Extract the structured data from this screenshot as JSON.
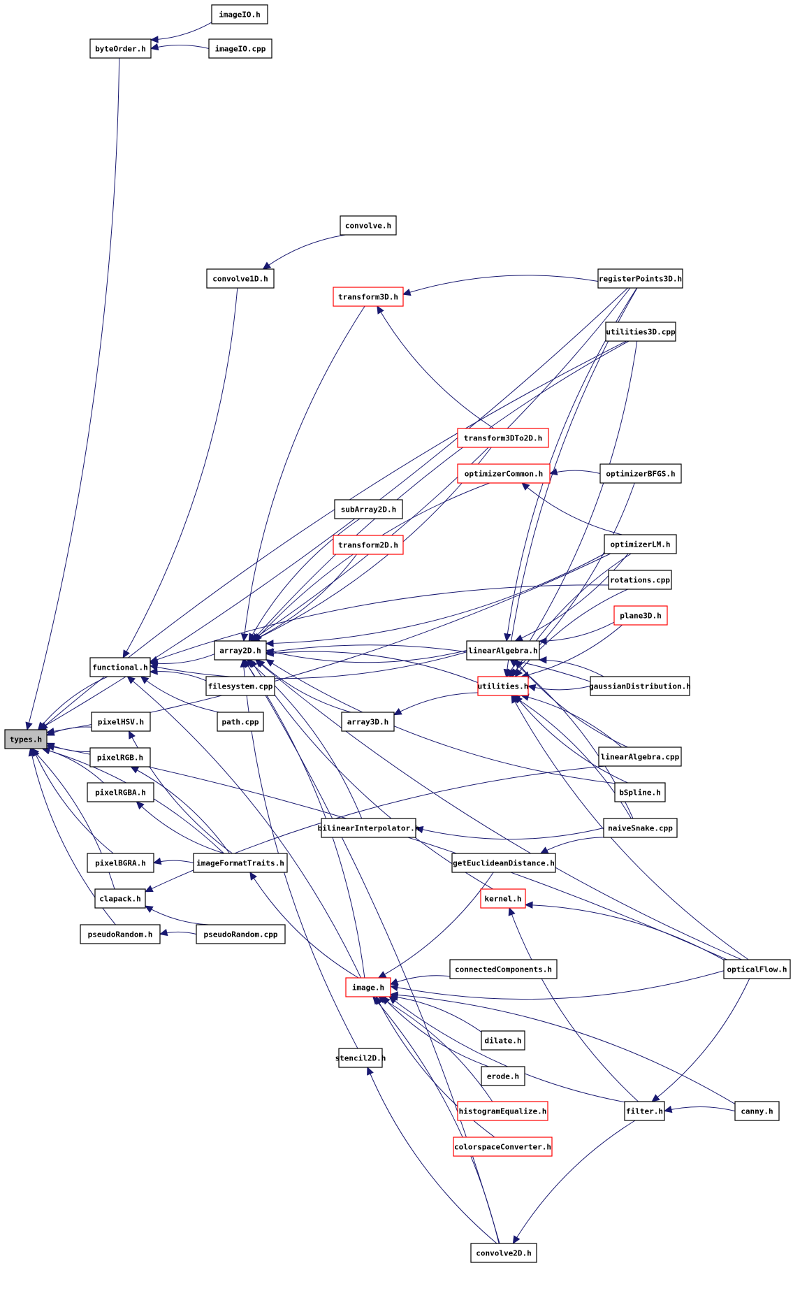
{
  "diagram": {
    "title": "types.h include dependency graph",
    "colors": {
      "edge": "#191970",
      "root_fill": "#bfbfbf",
      "node_border": "#000000",
      "undocumented_border": "#ff0000",
      "background": "#ffffff"
    },
    "root": "types.h",
    "nodes": [
      {
        "id": "types.h",
        "label": "types.h",
        "style": "root"
      },
      {
        "id": "byteOrder.h",
        "label": "byteOrder.h",
        "style": "normal"
      },
      {
        "id": "imageIO.h",
        "label": "imageIO.h",
        "style": "normal"
      },
      {
        "id": "imageIO.cpp",
        "label": "imageIO.cpp",
        "style": "normal"
      },
      {
        "id": "convolve.h",
        "label": "convolve.h",
        "style": "normal"
      },
      {
        "id": "convolve1D.h",
        "label": "convolve1D.h",
        "style": "normal"
      },
      {
        "id": "transform3D.h",
        "label": "transform3D.h",
        "style": "red"
      },
      {
        "id": "registerPoints3D.h",
        "label": "registerPoints3D.h",
        "style": "normal"
      },
      {
        "id": "utilities3D.cpp",
        "label": "utilities3D.cpp",
        "style": "normal"
      },
      {
        "id": "transform3DTo2D.h",
        "label": "transform3DTo2D.h",
        "style": "red"
      },
      {
        "id": "optimizerCommon.h",
        "label": "optimizerCommon.h",
        "style": "red"
      },
      {
        "id": "optimizerBFGS.h",
        "label": "optimizerBFGS.h",
        "style": "normal"
      },
      {
        "id": "subArray2D.h",
        "label": "subArray2D.h",
        "style": "normal"
      },
      {
        "id": "transform2D.h",
        "label": "transform2D.h",
        "style": "red"
      },
      {
        "id": "optimizerLM.h",
        "label": "optimizerLM.h",
        "style": "normal"
      },
      {
        "id": "rotations.cpp",
        "label": "rotations.cpp",
        "style": "normal"
      },
      {
        "id": "plane3D.h",
        "label": "plane3D.h",
        "style": "red"
      },
      {
        "id": "functional.h",
        "label": "functional.h",
        "style": "normal"
      },
      {
        "id": "array2D.h",
        "label": "array2D.h",
        "style": "normal"
      },
      {
        "id": "linearAlgebra.h",
        "label": "linearAlgebra.h",
        "style": "normal"
      },
      {
        "id": "utilities.h",
        "label": "utilities.h",
        "style": "red"
      },
      {
        "id": "gaussianDistribution.h",
        "label": "gaussianDistribution.h",
        "style": "normal"
      },
      {
        "id": "filesystem.cpp",
        "label": "filesystem.cpp",
        "style": "normal"
      },
      {
        "id": "pixelHSV.h",
        "label": "pixelHSV.h",
        "style": "normal"
      },
      {
        "id": "path.cpp",
        "label": "path.cpp",
        "style": "normal"
      },
      {
        "id": "array3D.h",
        "label": "array3D.h",
        "style": "normal"
      },
      {
        "id": "pixelRGB.h",
        "label": "pixelRGB.h",
        "style": "normal"
      },
      {
        "id": "linearAlgebra.cpp",
        "label": "linearAlgebra.cpp",
        "style": "normal"
      },
      {
        "id": "pixelRGBA.h",
        "label": "pixelRGBA.h",
        "style": "normal"
      },
      {
        "id": "bSpline.h",
        "label": "bSpline.h",
        "style": "normal"
      },
      {
        "id": "bilinearInterpolator.h",
        "label": "bilinearInterpolator.h",
        "style": "normal"
      },
      {
        "id": "naiveSnake.cpp",
        "label": "naiveSnake.cpp",
        "style": "normal"
      },
      {
        "id": "getEuclideanDistance.h",
        "label": "getEuclideanDistance.h",
        "style": "normal"
      },
      {
        "id": "pixelBGRA.h",
        "label": "pixelBGRA.h",
        "style": "normal"
      },
      {
        "id": "imageFormatTraits.h",
        "label": "imageFormatTraits.h",
        "style": "normal"
      },
      {
        "id": "kernel.h",
        "label": "kernel.h",
        "style": "red"
      },
      {
        "id": "clapack.h",
        "label": "clapack.h",
        "style": "normal"
      },
      {
        "id": "pseudoRandom.h",
        "label": "pseudoRandom.h",
        "style": "normal"
      },
      {
        "id": "pseudoRandom.cpp",
        "label": "pseudoRandom.cpp",
        "style": "normal"
      },
      {
        "id": "connectedComponents.h",
        "label": "connectedComponents.h",
        "style": "normal"
      },
      {
        "id": "image.h",
        "label": "image.h",
        "style": "red"
      },
      {
        "id": "opticalFlow.h",
        "label": "opticalFlow.h",
        "style": "normal"
      },
      {
        "id": "dilate.h",
        "label": "dilate.h",
        "style": "normal"
      },
      {
        "id": "stencil2D.h",
        "label": "stencil2D.h",
        "style": "normal"
      },
      {
        "id": "erode.h",
        "label": "erode.h",
        "style": "normal"
      },
      {
        "id": "histogramEqualize.h",
        "label": "histogramEqualize.h",
        "style": "red"
      },
      {
        "id": "filter.h",
        "label": "filter.h",
        "style": "normal"
      },
      {
        "id": "canny.h",
        "label": "canny.h",
        "style": "normal"
      },
      {
        "id": "colorspaceConverter.h",
        "label": "colorspaceConverter.h",
        "style": "red"
      },
      {
        "id": "convolve2D.h",
        "label": "convolve2D.h",
        "style": "normal"
      }
    ],
    "edges": [
      [
        "imageIO.h",
        "byteOrder.h"
      ],
      [
        "imageIO.cpp",
        "byteOrder.h"
      ],
      [
        "byteOrder.h",
        "types.h"
      ],
      [
        "convolve.h",
        "convolve1D.h"
      ],
      [
        "convolve1D.h",
        "functional.h"
      ],
      [
        "registerPoints3D.h",
        "transform3D.h"
      ],
      [
        "transform3DTo2D.h",
        "transform3D.h"
      ],
      [
        "optimizerBFGS.h",
        "optimizerCommon.h"
      ],
      [
        "optimizerLM.h",
        "optimizerCommon.h"
      ],
      [
        "functional.h",
        "types.h"
      ],
      [
        "array2D.h",
        "functional.h"
      ],
      [
        "filesystem.cpp",
        "functional.h"
      ],
      [
        "path.cpp",
        "functional.h"
      ],
      [
        "image.h",
        "functional.h"
      ],
      [
        "linearAlgebra.h",
        "array2D.h"
      ],
      [
        "utilities.h",
        "array2D.h"
      ],
      [
        "array3D.h",
        "array2D.h"
      ],
      [
        "subArray2D.h",
        "array2D.h"
      ],
      [
        "transform2D.h",
        "array2D.h"
      ],
      [
        "transform3D.h",
        "array2D.h"
      ],
      [
        "transform3DTo2D.h",
        "array2D.h"
      ],
      [
        "optimizerCommon.h",
        "array2D.h"
      ],
      [
        "registerPoints3D.h",
        "array2D.h"
      ],
      [
        "utilities3D.cpp",
        "array2D.h"
      ],
      [
        "optimizerLM.h",
        "array2D.h"
      ],
      [
        "bilinearInterpolator.h",
        "array2D.h"
      ],
      [
        "kernel.h",
        "array2D.h"
      ],
      [
        "image.h",
        "array2D.h"
      ],
      [
        "stencil2D.h",
        "array2D.h"
      ],
      [
        "convolve2D.h",
        "array2D.h"
      ],
      [
        "bSpline.h",
        "array2D.h"
      ],
      [
        "gaussianDistribution.h",
        "array2D.h"
      ],
      [
        "opticalFlow.h",
        "array2D.h"
      ],
      [
        "utilities.h",
        "array3D.h"
      ],
      [
        "plane3D.h",
        "linearAlgebra.h"
      ],
      [
        "gaussianDistribution.h",
        "linearAlgebra.h"
      ],
      [
        "linearAlgebra.cpp",
        "linearAlgebra.h"
      ],
      [
        "registerPoints3D.h",
        "linearAlgebra.h"
      ],
      [
        "optimizerLM.h",
        "linearAlgebra.h"
      ],
      [
        "naiveSnake.cpp",
        "linearAlgebra.h"
      ],
      [
        "gaussianDistribution.h",
        "utilities.h"
      ],
      [
        "linearAlgebra.cpp",
        "utilities.h"
      ],
      [
        "bSpline.h",
        "utilities.h"
      ],
      [
        "naiveSnake.cpp",
        "utilities.h"
      ],
      [
        "opticalFlow.h",
        "utilities.h"
      ],
      [
        "registerPoints3D.h",
        "utilities.h"
      ],
      [
        "utilities3D.cpp",
        "utilities.h"
      ],
      [
        "optimizerLM.h",
        "utilities.h"
      ],
      [
        "optimizerBFGS.h",
        "utilities.h"
      ],
      [
        "rotations.cpp",
        "utilities.h"
      ],
      [
        "plane3D.h",
        "utilities.h"
      ],
      [
        "pixelHSV.h",
        "types.h"
      ],
      [
        "pixelRGB.h",
        "types.h"
      ],
      [
        "pixelRGBA.h",
        "types.h"
      ],
      [
        "pixelBGRA.h",
        "types.h"
      ],
      [
        "clapack.h",
        "types.h"
      ],
      [
        "pseudoRandom.h",
        "types.h"
      ],
      [
        "imageFormatTraits.h",
        "types.h"
      ],
      [
        "imageFormatTraits.h",
        "pixelHSV.h"
      ],
      [
        "imageFormatTraits.h",
        "pixelRGB.h"
      ],
      [
        "imageFormatTraits.h",
        "pixelRGBA.h"
      ],
      [
        "imageFormatTraits.h",
        "pixelBGRA.h"
      ],
      [
        "image.h",
        "imageFormatTraits.h"
      ],
      [
        "pseudoRandom.cpp",
        "pseudoRandom.h"
      ],
      [
        "pseudoRandom.cpp",
        "clapack.h"
      ],
      [
        "linearAlgebra.cpp",
        "clapack.h"
      ],
      [
        "naiveSnake.cpp",
        "bilinearInterpolator.h"
      ],
      [
        "naiveSnake.cpp",
        "getEuclideanDistance.h"
      ],
      [
        "getEuclideanDistance.h",
        "image.h"
      ],
      [
        "opticalFlow.h",
        "kernel.h"
      ],
      [
        "filter.h",
        "kernel.h"
      ],
      [
        "connectedComponents.h",
        "image.h"
      ],
      [
        "opticalFlow.h",
        "image.h"
      ],
      [
        "dilate.h",
        "image.h"
      ],
      [
        "erode.h",
        "image.h"
      ],
      [
        "histogramEqualize.h",
        "image.h"
      ],
      [
        "colorspaceConverter.h",
        "image.h"
      ],
      [
        "convolve2D.h",
        "image.h"
      ],
      [
        "filter.h",
        "image.h"
      ],
      [
        "canny.h",
        "image.h"
      ],
      [
        "convolve2D.h",
        "stencil2D.h"
      ],
      [
        "canny.h",
        "filter.h"
      ],
      [
        "opticalFlow.h",
        "filter.h"
      ],
      [
        "filter.h",
        "convolve2D.h"
      ],
      [
        "registerPoints3D.h",
        "types.h"
      ],
      [
        "utilities3D.cpp",
        "types.h"
      ],
      [
        "optimizerLM.h",
        "types.h"
      ],
      [
        "rotations.cpp",
        "functional.h"
      ],
      [
        "linearAlgebra.h",
        "functional.h"
      ],
      [
        "opticalFlow.h",
        "types.h"
      ]
    ]
  }
}
